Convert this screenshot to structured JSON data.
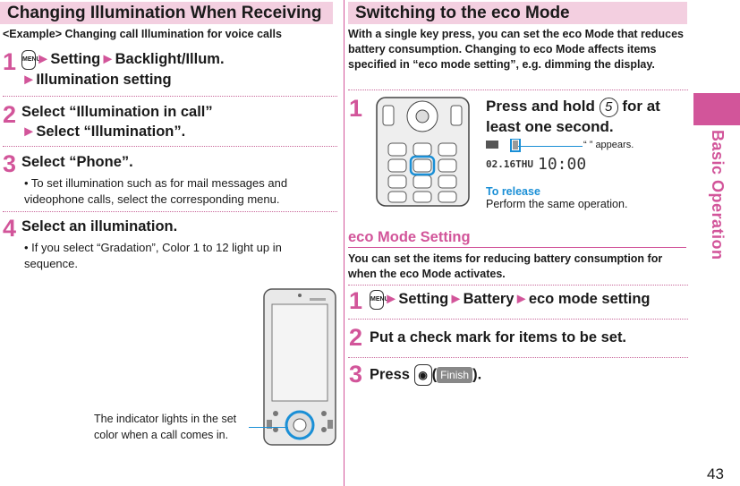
{
  "left": {
    "header": "Changing Illumination When Receiving",
    "example": "<Example> Changing call Illumination for voice calls",
    "step1": {
      "num": "1",
      "menu_key": "MENU",
      "line1_a": "Setting",
      "line1_b": "Backlight/Illum.",
      "line2": "Illumination setting"
    },
    "step2": {
      "num": "2",
      "line1": "Select “Illumination in call”",
      "line2": "Select “Illumination”."
    },
    "step3": {
      "num": "3",
      "line1": "Select “Phone”.",
      "note": "• To set illumination such as for mail messages and videophone calls, select the corresponding menu."
    },
    "step4": {
      "num": "4",
      "line1": "Select an illumination.",
      "note": "• If you select “Gradation”, Color 1 to 12 light up in sequence."
    },
    "callout": "The indicator lights in the set color when a call comes in."
  },
  "right": {
    "header": "Switching to the eco Mode",
    "intro": "With a single key press, you can set the eco Mode that reduces battery consumption. Changing to eco Mode affects items specified in “eco mode setting”, e.g. dimming the display.",
    "step1": {
      "num": "1",
      "text_a": "Press and hold",
      "key": "5",
      "text_b": "for at least one second."
    },
    "display": {
      "date": "02.16THU",
      "time": "10:00"
    },
    "appears": "“ ” appears.",
    "to_release_title": "To release",
    "to_release_text": "Perform the same operation.",
    "eco_setting_title": "eco Mode Setting",
    "eco_setting_text": "You can set the items for reducing battery consumption for when the eco Mode activates.",
    "e1": {
      "num": "1",
      "menu_key": "MENU",
      "a": "Setting",
      "b": "Battery",
      "c": "eco mode setting"
    },
    "e2": {
      "num": "2",
      "text": "Put a check mark for items to be set."
    },
    "e3": {
      "num": "3",
      "press": "Press",
      "finish": "Finish",
      "close_paren": ")."
    }
  },
  "side_label": "Basic Operation",
  "page_number": "43",
  "colors": {
    "accent": "#d2559a",
    "header_bg": "#f3cfe0",
    "callout_line": "#1a8fd6"
  }
}
